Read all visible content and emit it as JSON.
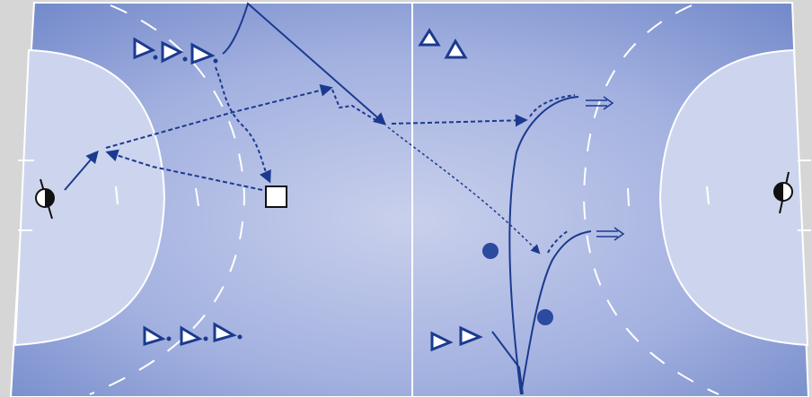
{
  "colors": {
    "page_background": "#d6d6d6",
    "court_edge": "#6f86c8",
    "court_center": "#c5cdea",
    "goal_area": "#cdd5ee",
    "court_lines": "#ffffff",
    "play_lines": "#1b3a8f",
    "marker_fill": "#ffffff"
  },
  "icons": {
    "players_attack": "triangle-player-icon",
    "players_defense": "circle-player-icon",
    "goalkeepers": "half-circle-goalkeeper-icon",
    "coach_box": "square-icon",
    "pass": "dashed-arrow",
    "run": "solid-arrow",
    "dribble": "double-arrow"
  }
}
